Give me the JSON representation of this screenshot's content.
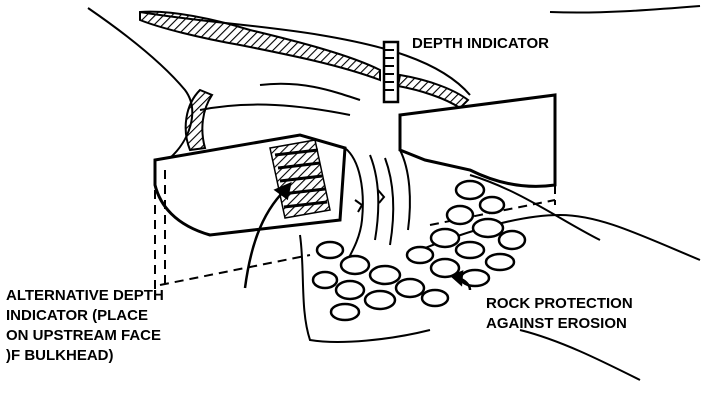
{
  "labels": {
    "depth_indicator": "DEPTH INDICATOR",
    "alternative": [
      "ALTERNATIVE DEPTH",
      "INDICATOR (PLACE",
      "ON UPSTREAM FACE",
      ")F BULKHEAD)"
    ],
    "rock_protection": [
      "ROCK PROTECTION",
      "AGAINST EROSION"
    ]
  },
  "colors": {
    "ink": "#000000",
    "paper": "#ffffff"
  }
}
